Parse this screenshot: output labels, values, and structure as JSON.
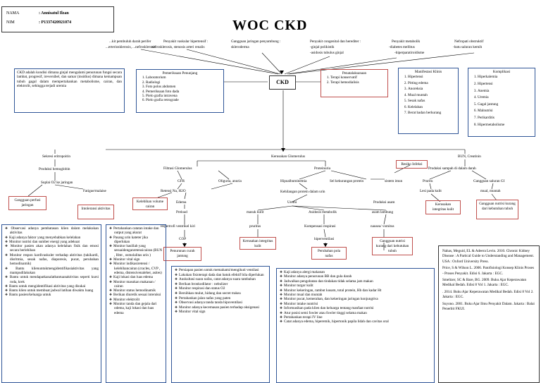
{
  "header": {
    "nama_label": "NAMA",
    "nama_value": ": Annisatul Ilzan",
    "nim_label": "NIM",
    "nim_value": ": P1337420921074"
  },
  "title": "WOC CKD",
  "causes": {
    "c1a": "...kit pembuluh darah perifer",
    "c1b": "...erteriosklerosis, ...nefrosklerosis",
    "c2a": "Penyakit vaskular hipertensif :",
    "c2b": "nefrosklerosis, stenosis arteri renalis",
    "c3a": "Gangguan jaringan penyambung :",
    "c3b": "skleroderma",
    "c4a": "Penyakit congenital dan herediter :",
    "c4b": "-ginjal polikistik",
    "c4c": "-asidosis tubulus ginjal",
    "c5a": "Penyakit metabolik",
    "c5b": "-diabetes mellitus",
    "c5c": "-hiperparatiroidisme",
    "c6a": "Nefropati obstruktif",
    "c6b": "-batu saluran kemih"
  },
  "def_box": "CKD adalah kondisi dimana ginjal mengalami penurunan fungsi secara lambat, progresif, ireversibel, dan samar (insidius) dimana kemampuan tubuh gagal dalam mempertahankan metabolisme, cairan, dan elektrolit, sehingga terjadi uremia",
  "penunjang": {
    "title": "Pemeriksaan Penunjang",
    "items": [
      "Laboratorium",
      "Radiologi",
      "Foto polos abdomen",
      "Pemeriksaan foto dada",
      "Pielo grafia intravena",
      "Pielo grafia retrograde"
    ]
  },
  "ckd_label": "CKD",
  "penatalaksanaan": {
    "title": "Penatalaksanaan",
    "items": [
      "Terapi konservatif",
      "Terapi hemodialisis"
    ]
  },
  "manifestasi": {
    "title": "Manifestasi Klinis",
    "items": [
      "Hipertensi",
      "Pitting edema",
      "Anoreksia",
      "Mual muntah",
      "Sesak nafas",
      "Kelelahan",
      "Berat badan berkurang"
    ]
  },
  "komplikasi": {
    "title": "Komplikasi",
    "items": [
      "Hiperkalemia",
      "Hipertensi",
      "Anemia",
      "Uremia",
      "Gagal jantung",
      "Malnutrisi",
      "Perikarditis",
      "Hipermetabolisme"
    ]
  },
  "flow": {
    "eritropoietin": "Sekresi eritropoitin",
    "hemoglobin": "Produksi hemoglobin",
    "suplai": "Suplai O2 ke jaringan",
    "fatigue": "Fatigue/malaise",
    "gangguan_perfusi": "Gangguan perfusi jaringan",
    "intoleransi": "Intoleransi aktivitas",
    "kerusakan_glomerulus": "Kerusakan Glomerulus",
    "filtrasi": "Filtrasi Glomerulus",
    "proteinuria": "Proteinuria",
    "gfr": "GFR",
    "oliguria": "Oliguria, anuria",
    "hipoalbumin": "Hipoalbuminemia",
    "sel_protein": "Sel kekurangan protein",
    "retensi": "Retensi Na, H2O",
    "kelebihan_volume": "Kelebihan volume cairan",
    "edema": "Edema",
    "preload": "Preload",
    "hipertrofi": "Hipertrofi ventrikel kiri",
    "cop": "COP",
    "penurunan_curah": "Penurunan curah jantung",
    "kehilangan_protein": "Kehilangan protein dalam urin",
    "uremi": "Uremi",
    "masuk_kulit": "masuk kulit",
    "pruritus": "pruritus",
    "kerusakan_integritas": "Kerusakan integritas kulit",
    "asidosis": "Asidosis metabolik",
    "kompensasi": "Kompensasi respirasi",
    "hiperventilasi": "hiperventilasi",
    "pola_nafas": "Perubahan pola nafas",
    "produksi_asam": "Produksi asam",
    "asam_lambung": "asam lambung",
    "nausea": "nausea/ vomitus",
    "gangguan_nutrisi": "Gangguan nutrisi kurang dari kebutuhan tubuh",
    "sistem_imun": "sistem imun",
    "resiko_infeksi": "Resiko Infeksi",
    "bun": "BUN, Creatinin",
    "produksi_sampah": "Produksi sampah di dalam darah",
    "pruritu": "Pruritu",
    "lesi_kulit": "Lesi pada kulit",
    "kerusakan_integritas2": "Kerusakan integritas kulit",
    "gangguan_gi": "Gangguan saluran GI",
    "mual_muntah": "mual, muntah",
    "gangguan_nutrisi2": "Gangguan nutrisi kurang dari kebutuhan tubuh"
  },
  "interv_aktivitas": [
    "Observasi adanya pembatasan klien dalam melakukan aktivitas",
    "Kaji adanya faktor yang menyebabkan kelelahan",
    "Monitor nutrisi dan sumber energi yang adekuat",
    "Monitor pasien akan adanya kelelahan fisik dan emosi secara berlebihan",
    "Monitor respon kardivaskuler terhadap aktivitas (takikardi, disritmia, sesak nafas, diaporesis, pucat, perubahan hemodinamik)",
    "Bantu klienuntukmengidentifikasiaktivitas yang mampudilakukan",
    "Bantu untuk mendapatkanalatbantuanaktivitas seperti kursi roda, krek",
    "Bantu untuk mengidentifikasi aktivitas yang disukai",
    "Bantu klien untuk membuat jadwal latihan diwaktu luang",
    "Bantu pasien/keluarga untuk"
  ],
  "interv_cairan": [
    "Pertahankan catatan intake dan output yang akurat",
    "Pasang urin kateter jika diperlukan",
    "Monitor hasillab yang sesuaidenganretensicairan (BUN , Hmt , osmolalitas urin )",
    "Monitor vital sign",
    "Monitor indikasiretensi / kelebihancairan (cracles, CVP , edema, distensivenaleher, asites)",
    "Kaji lokasi dan luas edema",
    "Monitor masukan makanan / cairan",
    "Monitor status hemodinamik",
    "Berikan diuretik sesuai interuksi",
    "Monitor elektrolit",
    "Monitor tanda dan gejala dari odema, kaji lokasi dan luas edema"
  ],
  "interv_jantung": [
    "Persiapan pasien untuk memahami/mengikuti ventilasi",
    "Lakukan fisioterapi dada dan batuk efektif bila diperlukan",
    "Auskultasi suara nafas, catat adanya suara tambahan",
    "Berikan bronkodilator : nebulizer",
    "Monitor respirasi dan status O2",
    "Bersihkan mulut, hidung dan secret trakea",
    "Pertahankan jalan nafas yang paten",
    "Observasi adanya tanda tanda hipoventilasi",
    "Monitor adanya kecemasan pasien terhadap oksigenasi",
    "Monitor vital sign"
  ],
  "interv_nutrisi": [
    "Kaji adanya alergi makanan",
    "Monitor adanya penurunan BB dan gula darah",
    "Jadwalkan pengobatan dan tindakan tidak selama jam makan",
    "Monitor turgor kulit",
    "Monitor kekeringan, rambut kusam, total protein, Hb dan kadar Ht",
    "Monitor mual dan muntah",
    "Monitor pucat, kemerahan, dan kekeringan jaringan konjungtiva",
    "Monitor intake nuntrisi",
    "Informasikan pada klien dan keluarga tentang manfaat nutrisi",
    "Atur posisi semi fowler atau fowler tinggi selama makan",
    "Pertahankan terapi IV line",
    "Catat adanya edema, hiperemik, hipertonik papila lidah dan cavitas oral"
  ],
  "references": [
    "Nahas, Meguid, EL & Adeera Levin. 2010. Chronic Kidney Disease : A Partical Guide to Understanding and Management. USA : Oxford University Press.",
    "Price, S & Wilson L. 2006. Patofisiologi Konsep Klinis Proses - Proses Penyakit. Edisi 6. Jakarta : EGC.",
    "Smeltzer, SC & Bare, BG. 2009. Buku Ajar Keperawatan Medikal Bedah. Edisi 8 Vol 1. Jakarta : EGC.",
    ". 2014. Buku Ajar Keperawatan Medikal Bedah. Edisi 8 Vol 2. Jakarta : EGC.",
    "Suyono. 2001. Buku Ajar Ilmu Penyakit Dalam. Jakarta : Balai Penerbit FKUI."
  ],
  "colors": {
    "blue_border": "#2f5597",
    "red_border": "#c0504d"
  }
}
